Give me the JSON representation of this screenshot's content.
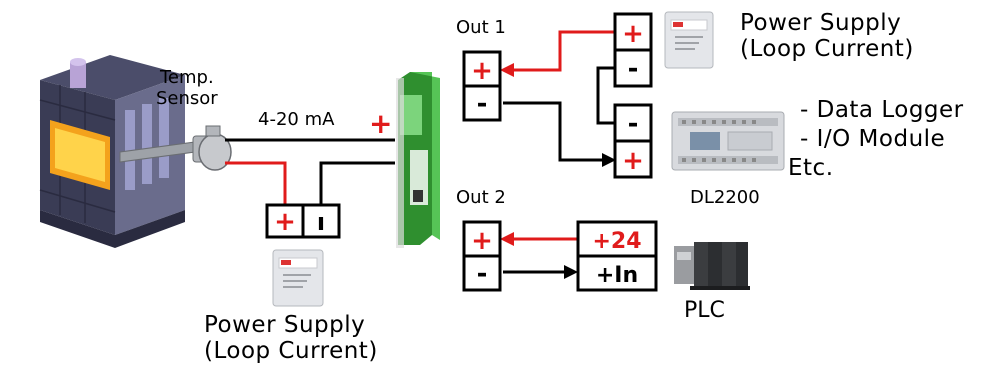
{
  "labels": {
    "temp_sensor_line1": "Temp.",
    "temp_sensor_line2": "Sensor",
    "loop_signal": "4-20 mA",
    "out1": "Out 1",
    "out2": "Out 2",
    "ps_top_line1": "Power Supply",
    "ps_top_line2": "(Loop Current)",
    "ps_bottom_line1": "Power Supply",
    "ps_bottom_line2": "(Loop Current)",
    "logger_line1": "- Data Logger",
    "logger_line2": "- I/O Module",
    "logger_line3": "Etc.",
    "dl_model": "DL2200",
    "plc": "PLC"
  },
  "terminals": {
    "plus": "+",
    "minus": "-",
    "ps_bottom_minus": "ı",
    "plus24": "+24",
    "plus_in": "+In"
  },
  "colors": {
    "positive_wire": "#e01b1b",
    "negative_wire": "#000000",
    "isolator_green": "#3daa3d"
  }
}
